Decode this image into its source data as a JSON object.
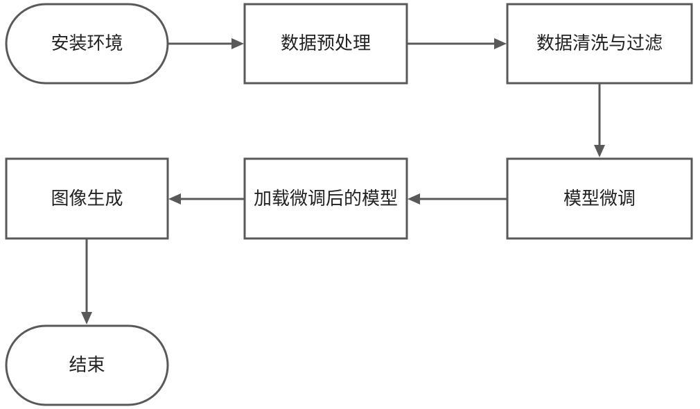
{
  "nodes": {
    "install_env": {
      "label": "安装环境",
      "shape": "terminator"
    },
    "preprocess": {
      "label": "数据预处理",
      "shape": "process"
    },
    "cleaning": {
      "label": "数据清洗与过滤",
      "shape": "process"
    },
    "finetune": {
      "label": "模型微调",
      "shape": "process"
    },
    "load_model": {
      "label": "加载微调后的模型",
      "shape": "process"
    },
    "image_gen": {
      "label": "图像生成",
      "shape": "process"
    },
    "end": {
      "label": "结束",
      "shape": "terminator"
    }
  },
  "edges": [
    {
      "from": "install_env",
      "to": "preprocess"
    },
    {
      "from": "preprocess",
      "to": "cleaning"
    },
    {
      "from": "cleaning",
      "to": "finetune"
    },
    {
      "from": "finetune",
      "to": "load_model"
    },
    {
      "from": "load_model",
      "to": "image_gen"
    },
    {
      "from": "image_gen",
      "to": "end"
    }
  ],
  "colors": {
    "stroke": "#595959",
    "fill": "#ffffff",
    "text": "#222222"
  }
}
